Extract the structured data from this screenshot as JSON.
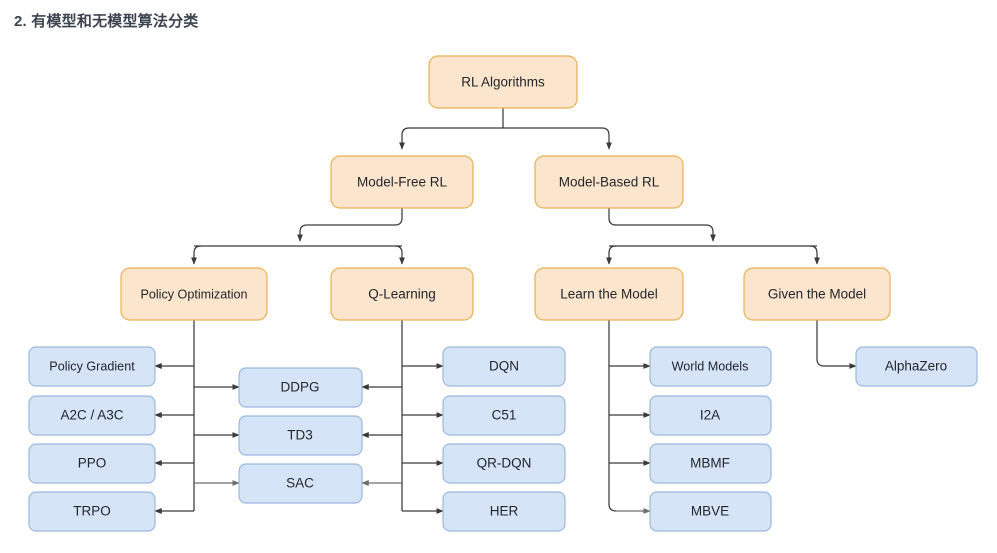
{
  "page": {
    "title": "2. 有模型和无模型算法分类",
    "background_color": "#ffffff"
  },
  "theme": {
    "orange_fill": "#fce5cd",
    "orange_stroke": "#e8b053",
    "blue_fill": "#d6e4f7",
    "blue_stroke": "#9cb8dd",
    "edge_color": "#3a3a3a",
    "text_color": "#23262b",
    "title_color": "#3c4450"
  },
  "diagram": {
    "type": "tree",
    "orientation": "top-down",
    "root": "RL Algorithms",
    "nodes": {
      "root": {
        "label": "RL Algorithms",
        "style": "orange"
      },
      "model_free": {
        "label": "Model-Free RL",
        "style": "orange"
      },
      "model_based": {
        "label": "Model-Based RL",
        "style": "orange"
      },
      "policy_optimization": {
        "label": "Policy Optimization",
        "style": "orange"
      },
      "q_learning": {
        "label": "Q-Learning",
        "style": "orange"
      },
      "learn_the_model": {
        "label": "Learn the Model",
        "style": "orange"
      },
      "given_the_model": {
        "label": "Given the Model",
        "style": "orange"
      },
      "policy_gradient": {
        "label": "Policy Gradient",
        "style": "blue"
      },
      "a2c_a3c": {
        "label": "A2C / A3C",
        "style": "blue"
      },
      "ppo": {
        "label": "PPO",
        "style": "blue"
      },
      "trpo": {
        "label": "TRPO",
        "style": "blue"
      },
      "ddpg": {
        "label": "DDPG",
        "style": "blue"
      },
      "td3": {
        "label": "TD3",
        "style": "blue"
      },
      "sac": {
        "label": "SAC",
        "style": "blue"
      },
      "dqn": {
        "label": "DQN",
        "style": "blue"
      },
      "c51": {
        "label": "C51",
        "style": "blue"
      },
      "qr_dqn": {
        "label": "QR-DQN",
        "style": "blue"
      },
      "her": {
        "label": "HER",
        "style": "blue"
      },
      "world_models": {
        "label": "World Models",
        "style": "blue"
      },
      "i2a": {
        "label": "I2A",
        "style": "blue"
      },
      "mbmf": {
        "label": "MBMF",
        "style": "blue"
      },
      "mbve": {
        "label": "MBVE",
        "style": "blue"
      },
      "alphazero": {
        "label": "AlphaZero",
        "style": "blue"
      }
    },
    "levels": [
      [
        "RL Algorithms"
      ],
      [
        "Model-Free RL",
        "Model-Based RL"
      ],
      [
        "Policy Optimization",
        "Q-Learning",
        "Learn the Model",
        "Given the Model"
      ],
      [
        "Policy Gradient",
        "A2C / A3C",
        "PPO",
        "TRPO",
        "DDPG",
        "TD3",
        "SAC",
        "DQN",
        "C51",
        "QR-DQN",
        "HER",
        "World Models",
        "I2A",
        "MBMF",
        "MBVE",
        "AlphaZero"
      ]
    ],
    "edges": [
      {
        "from": "RL Algorithms",
        "to": "Model-Free RL"
      },
      {
        "from": "RL Algorithms",
        "to": "Model-Based RL"
      },
      {
        "from": "Model-Free RL",
        "to": "Policy Optimization"
      },
      {
        "from": "Model-Free RL",
        "to": "Q-Learning"
      },
      {
        "from": "Model-Based RL",
        "to": "Learn the Model"
      },
      {
        "from": "Model-Based RL",
        "to": "Given the Model"
      },
      {
        "from": "Policy Optimization",
        "to": "Policy Gradient"
      },
      {
        "from": "Policy Optimization",
        "to": "A2C / A3C"
      },
      {
        "from": "Policy Optimization",
        "to": "PPO"
      },
      {
        "from": "Policy Optimization",
        "to": "TRPO"
      },
      {
        "from": "Policy Optimization",
        "to": "DDPG"
      },
      {
        "from": "Policy Optimization",
        "to": "TD3"
      },
      {
        "from": "Policy Optimization",
        "to": "SAC"
      },
      {
        "from": "Q-Learning",
        "to": "DDPG"
      },
      {
        "from": "Q-Learning",
        "to": "TD3"
      },
      {
        "from": "Q-Learning",
        "to": "SAC"
      },
      {
        "from": "Q-Learning",
        "to": "DQN"
      },
      {
        "from": "Q-Learning",
        "to": "C51"
      },
      {
        "from": "Q-Learning",
        "to": "QR-DQN"
      },
      {
        "from": "Q-Learning",
        "to": "HER"
      },
      {
        "from": "Learn the Model",
        "to": "World Models"
      },
      {
        "from": "Learn the Model",
        "to": "I2A"
      },
      {
        "from": "Learn the Model",
        "to": "MBMF"
      },
      {
        "from": "Learn the Model",
        "to": "MBVE"
      },
      {
        "from": "Given the Model",
        "to": "AlphaZero"
      }
    ]
  }
}
